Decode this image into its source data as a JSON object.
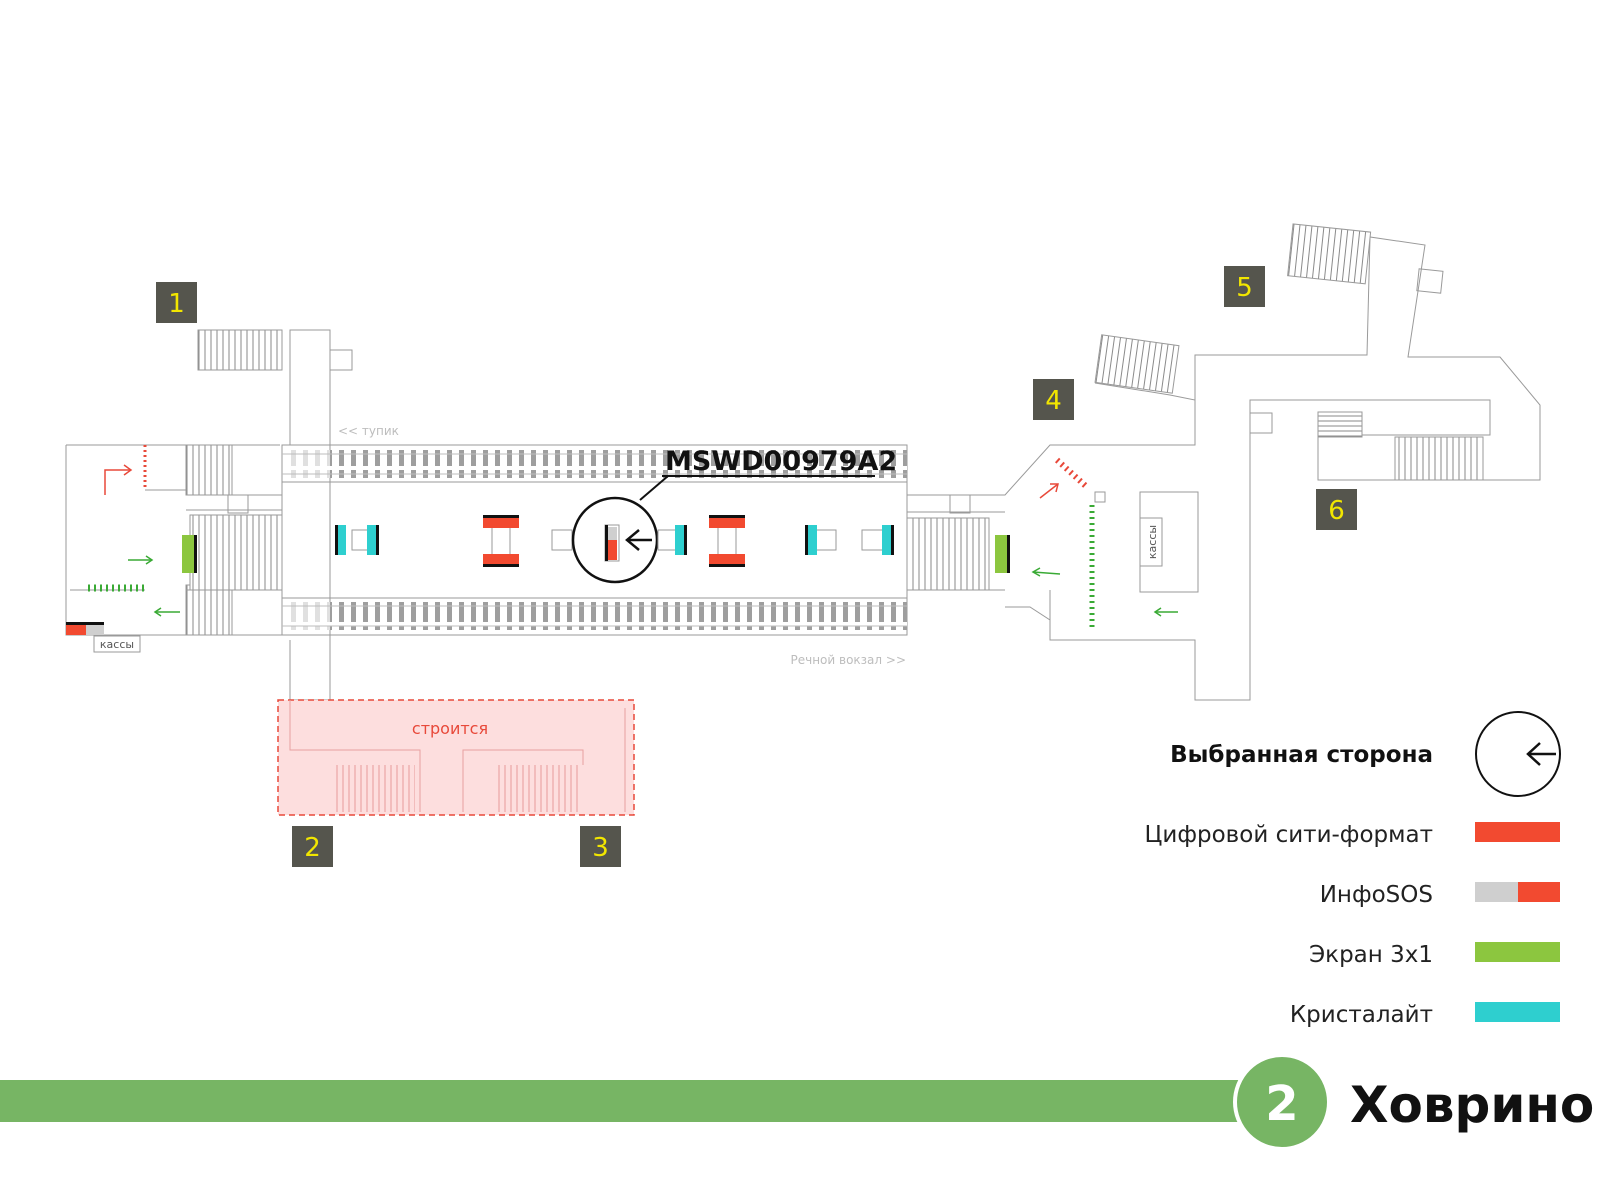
{
  "map": {
    "code_label": "MSWD00979A2",
    "direction_left": "<< тупик",
    "direction_right": "Речной вокзал >>",
    "kassy_left": "кассы",
    "kassy_right": "кассы",
    "construction_label": "строится",
    "exits": [
      {
        "id": "exit-1",
        "label": "1"
      },
      {
        "id": "exit-2",
        "label": "2"
      },
      {
        "id": "exit-3",
        "label": "3"
      },
      {
        "id": "exit-4",
        "label": "4"
      },
      {
        "id": "exit-5",
        "label": "5"
      },
      {
        "id": "exit-6",
        "label": "6"
      }
    ]
  },
  "legend": {
    "selected_side": "Выбранная сторона",
    "items": [
      {
        "label": "Цифровой сити-формат",
        "color": "#f24a30"
      },
      {
        "label": "ИнфоSOS",
        "color": "#f24a30",
        "secondary_color": "#cfcfcf"
      },
      {
        "label": "Экран 3х1",
        "color": "#8cc63f"
      },
      {
        "label": "Кристалайт",
        "color": "#2ecfcf"
      }
    ]
  },
  "station": {
    "line_number": "2",
    "name": "Ховрино",
    "line_color": "#77b564"
  },
  "colors": {
    "exit_box": "#55554d",
    "exit_text": "#f2e600",
    "outline": "#9a9a9a",
    "construction_fill": "#fddede",
    "construction_border": "#e8493a",
    "arrow_green": "#3aaa35",
    "arrow_red": "#e8493a"
  }
}
